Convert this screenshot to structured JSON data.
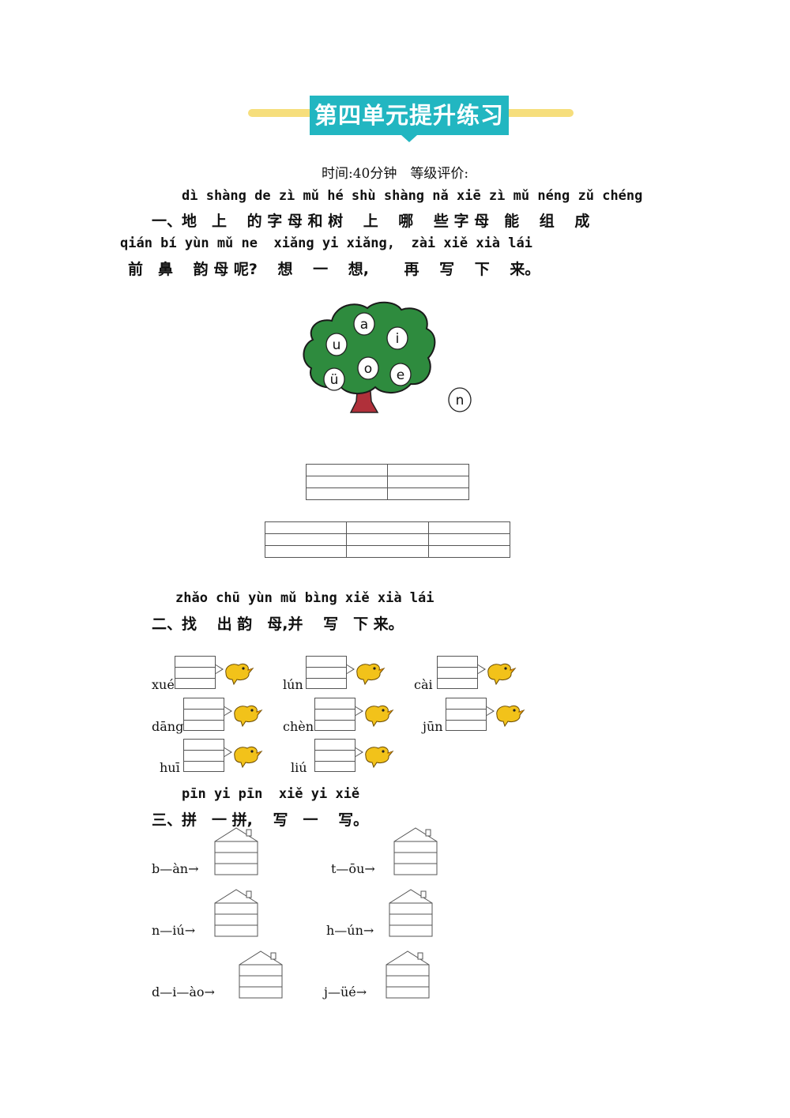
{
  "title": "第四单元提升练习",
  "meta": "时间:40分钟　等级评价:",
  "q1": {
    "pinyin1": "dì shàng de zì mǔ hé shù shàng nǎ xiē zì mǔ néng zǔ chéng",
    "text1": "一、地　上　 的 字 母 和 树　 上　 哪　 些 字 母　能　 组　 成",
    "pinyin2": "qián bí yùn mǔ ne  xiǎng yi xiǎng,  zài xiě xià lái",
    "text2": "前　鼻　 韵 母 呢?　 想　 一　 想,　　 再　 写　 下　 来。",
    "tree_letters": [
      "a",
      "u",
      "i",
      "o",
      "ü",
      "e"
    ],
    "fallen_letter": "n"
  },
  "q2": {
    "pinyin": "zhǎo chū yùn mǔ bìng xiě xià lái",
    "text": "二、找　 出 韵　母,并　 写　下 来。",
    "syllables": [
      "xué",
      "lún",
      "cài",
      "dāng",
      "chèn",
      "jūn",
      "huī",
      "liú"
    ]
  },
  "q3": {
    "pinyin": "pīn yi pīn  xiě yi xiě",
    "text": "三、拼　一 拼,　 写　一　 写。",
    "items": [
      "b—àn→",
      "t—ōu→",
      "n—iú→",
      "h—ún→",
      "d—i—ào→",
      "j—üé→"
    ]
  },
  "colors": {
    "banner": "#22b6c1",
    "bar": "#f6de7c",
    "tree": "#2e8b3e",
    "trunk": "#b0303a",
    "bird": "#f2c21a"
  }
}
